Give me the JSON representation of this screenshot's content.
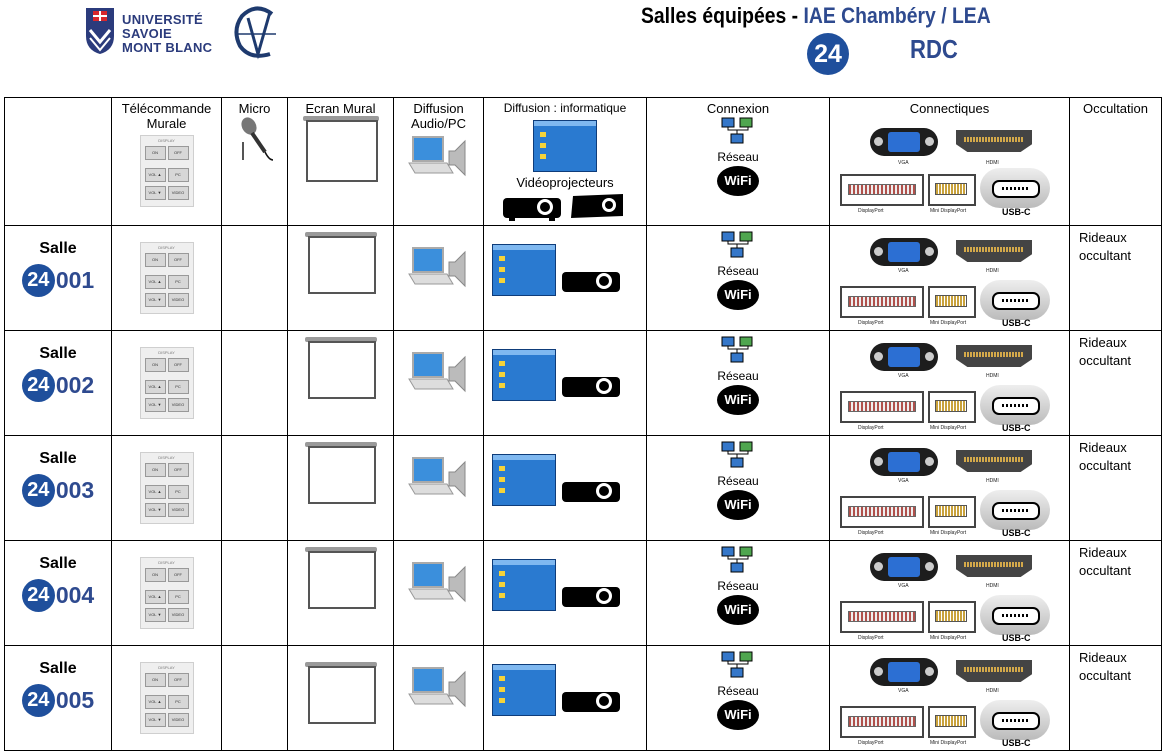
{
  "header": {
    "university_lines": [
      "UNIVERSITÉ",
      "SAVOIE",
      "MONT BLANC"
    ],
    "title_prefix": "Salles équipées - ",
    "title_highlight": "IAE Chambéry / LEA",
    "building_number": "24",
    "floor": "RDC"
  },
  "columns": {
    "telecommande": "Télécommande Murale",
    "micro": "Micro",
    "ecran": "Ecran Mural",
    "diffusion_audio": "Diffusion Audio/PC",
    "diffusion_info": "Diffusion : informatique",
    "videoprojecteurs": "Vidéoprojecteurs",
    "connexion": "Connexion",
    "reseau": "Réseau",
    "connectiques": "Connectiques",
    "occultation": "Occultation"
  },
  "remote": {
    "display_label": "DISPLAY",
    "btn_on": "ON",
    "btn_off": "OFF",
    "btn_vol_up": "VOL ▲",
    "btn_pc": "PC",
    "btn_vol_down": "VOL ▼",
    "btn_video": "VIDEO"
  },
  "wifi_label": "WiFi",
  "connectors": {
    "vga": "VGA",
    "hdmi": "HDMI",
    "displayport": "DisplayPort",
    "mini_displayport": "Mini DisplayPort",
    "usbc": "USB-C"
  },
  "rooms": [
    {
      "salle": "Salle",
      "building": "24",
      "number": "001",
      "occultation": "Rideaux occultant"
    },
    {
      "salle": "Salle",
      "building": "24",
      "number": "002",
      "occultation": "Rideaux occultant"
    },
    {
      "salle": "Salle",
      "building": "24",
      "number": "003",
      "occultation": "Rideaux occultant"
    },
    {
      "salle": "Salle",
      "building": "24",
      "number": "004",
      "occultation": "Rideaux occultant"
    },
    {
      "salle": "Salle",
      "building": "24",
      "number": "005",
      "occultation": "Rideaux occultant"
    }
  ]
}
